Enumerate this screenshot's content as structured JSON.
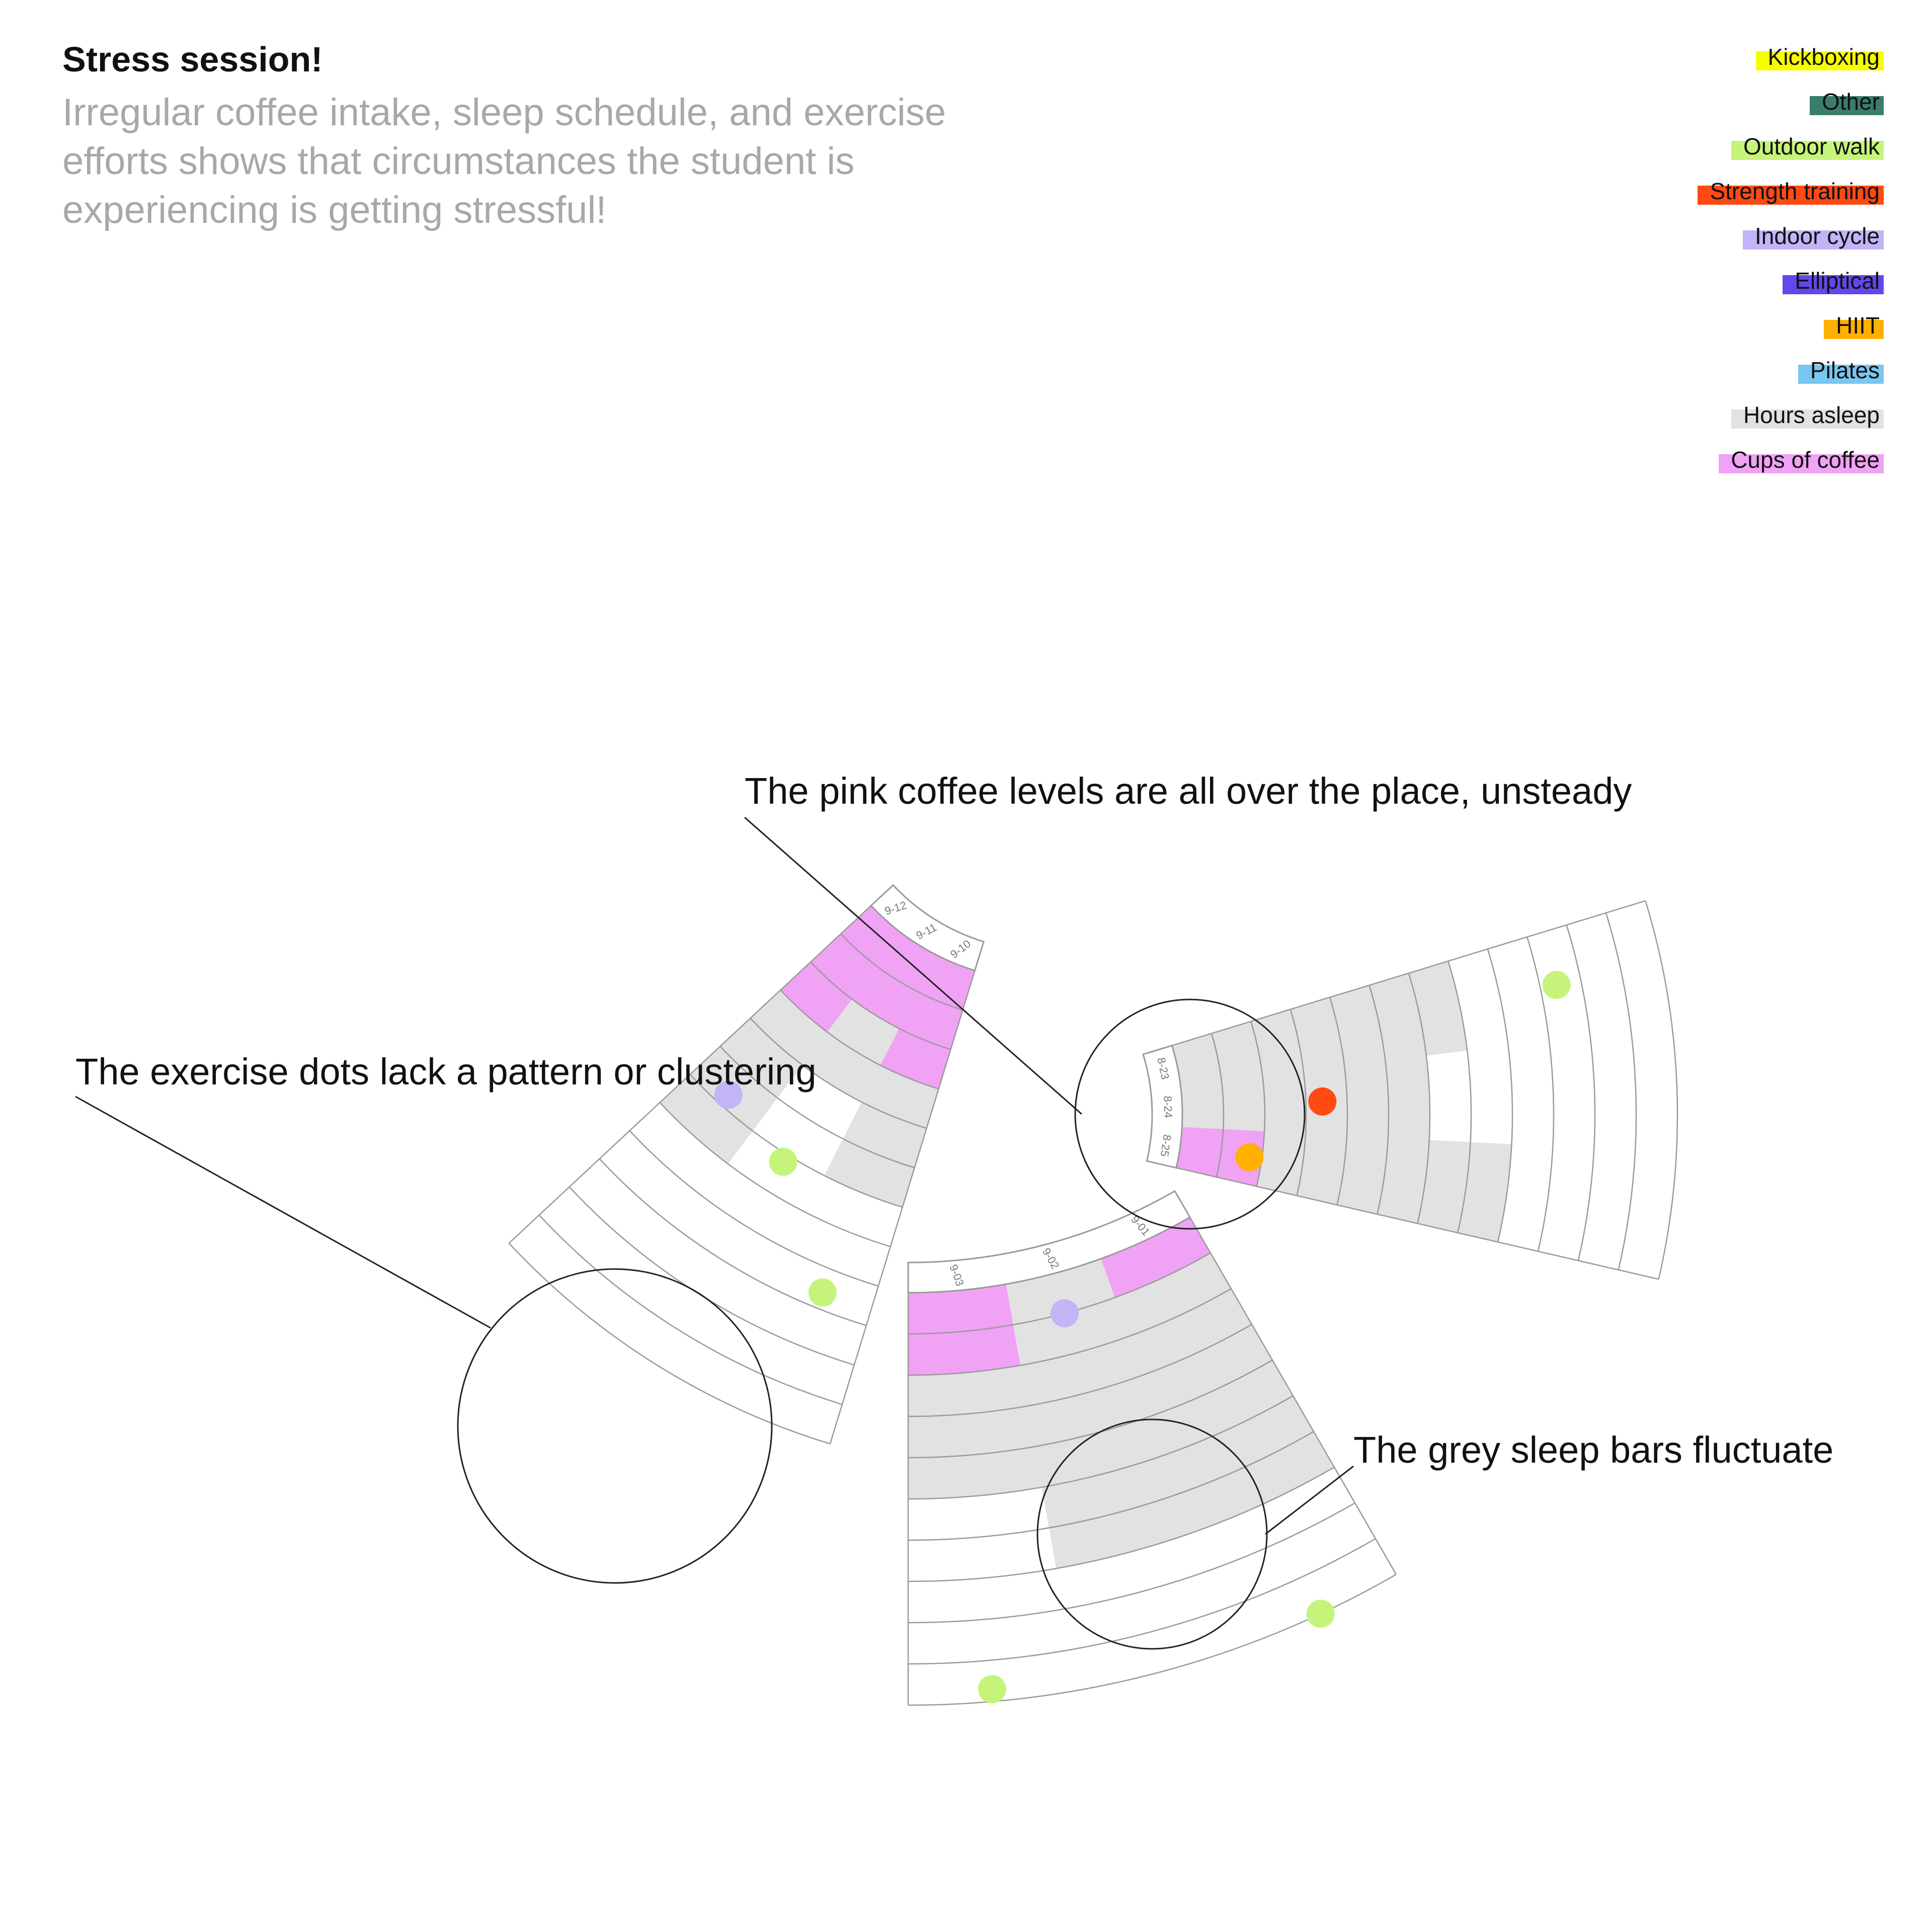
{
  "title": "Stress session!",
  "subtitle": "Irregular coffee intake, sleep schedule, and exercise efforts shows that circumstances the student is experiencing is getting stressful!",
  "legend": [
    {
      "label": "Kickboxing",
      "color": "#f5ff00"
    },
    {
      "label": "Other",
      "color": "#3a7d6b"
    },
    {
      "label": "Outdoor walk",
      "color": "#c6f47a"
    },
    {
      "label": "Strength training",
      "color": "#ff4a14"
    },
    {
      "label": "Indoor cycle",
      "color": "#c3b3f7"
    },
    {
      "label": "Elliptical",
      "color": "#6247ec"
    },
    {
      "label": "HIIT",
      "color": "#ffb000"
    },
    {
      "label": "Pilates",
      "color": "#79c6f0"
    },
    {
      "label": "Hours asleep",
      "color": "#e2e2e2"
    },
    {
      "label": "Cups of coffee",
      "color": "#f0a2f5"
    }
  ],
  "callouts": {
    "coffee": "The pink coffee levels are all over the place, unsteady",
    "exercise": "The exercise dots lack a pattern or clustering",
    "sleep": "The grey sleep bars fluctuate"
  },
  "fans": [
    {
      "dates": [
        "8-23",
        "8-24",
        "8-25"
      ],
      "sleep_hours": [
        7,
        6,
        8
      ],
      "coffee_cups": [
        0,
        0,
        2
      ],
      "activities": [
        {
          "day": 2,
          "ring": 1.7,
          "activity": "HIIT"
        },
        {
          "day": 1,
          "ring": 3.4,
          "activity": "Strength training"
        },
        {
          "day": 0,
          "ring": 9.4,
          "activity": "Outdoor walk"
        }
      ]
    },
    {
      "dates": [
        "9-10",
        "9-11",
        "9-12"
      ],
      "sleep_hours": [
        6,
        4,
        7
      ],
      "coffee_cups": [
        3,
        2,
        3
      ],
      "activities": [
        {
          "day": 2,
          "ring": 5.7,
          "activity": "Indoor cycle"
        },
        {
          "day": 1,
          "ring": 6.2,
          "activity": "Outdoor walk"
        },
        {
          "day": 0,
          "ring": 8.6,
          "activity": "Outdoor walk"
        }
      ]
    },
    {
      "dates": [
        "9-01",
        "9-02",
        "9-03"
      ],
      "sleep_hours": [
        7,
        7,
        5
      ],
      "coffee_cups": [
        1,
        0,
        2
      ],
      "activities": [
        {
          "day": 1,
          "ring": 1.0,
          "activity": "Indoor cycle"
        },
        {
          "day": 2,
          "ring": 9.7,
          "activity": "Outdoor walk"
        },
        {
          "day": 0,
          "ring": 10.0,
          "activity": "Outdoor walk"
        }
      ]
    }
  ]
}
